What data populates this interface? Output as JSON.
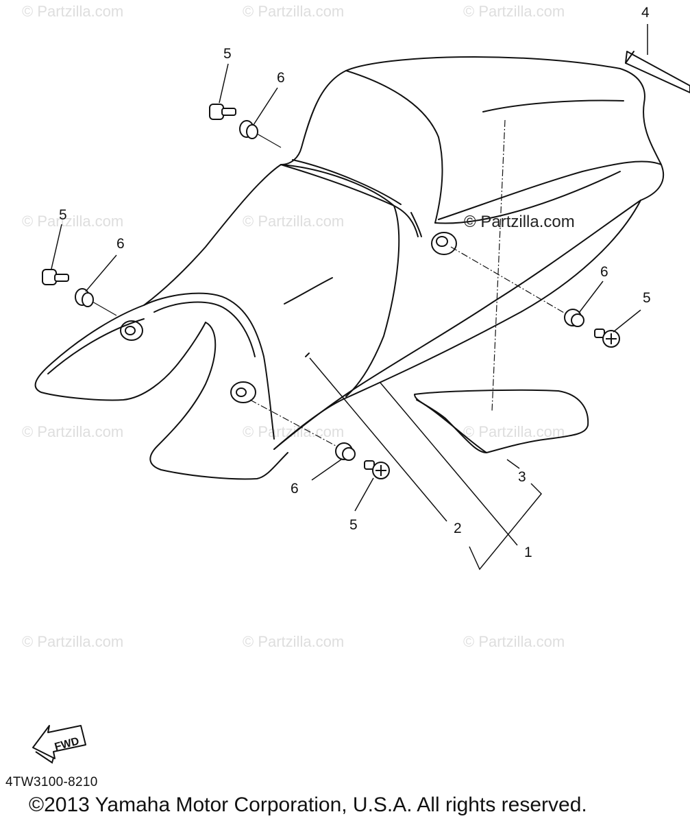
{
  "watermark": "© Partzilla.com",
  "watermark_main": "© Partzilla.com",
  "callouts": {
    "c1": "1",
    "c2": "2",
    "c3": "3",
    "c4": "4",
    "c5a": "5",
    "c5b": "5",
    "c5c": "5",
    "c5d": "5",
    "c6a": "6",
    "c6b": "6",
    "c6c": "6",
    "c6d": "6"
  },
  "fwd_label": "FWD",
  "diagram_code": "4TW3100-8210",
  "copyright": "©2013  Yamaha Motor Corporation, U.S.A. All rights reserved."
}
